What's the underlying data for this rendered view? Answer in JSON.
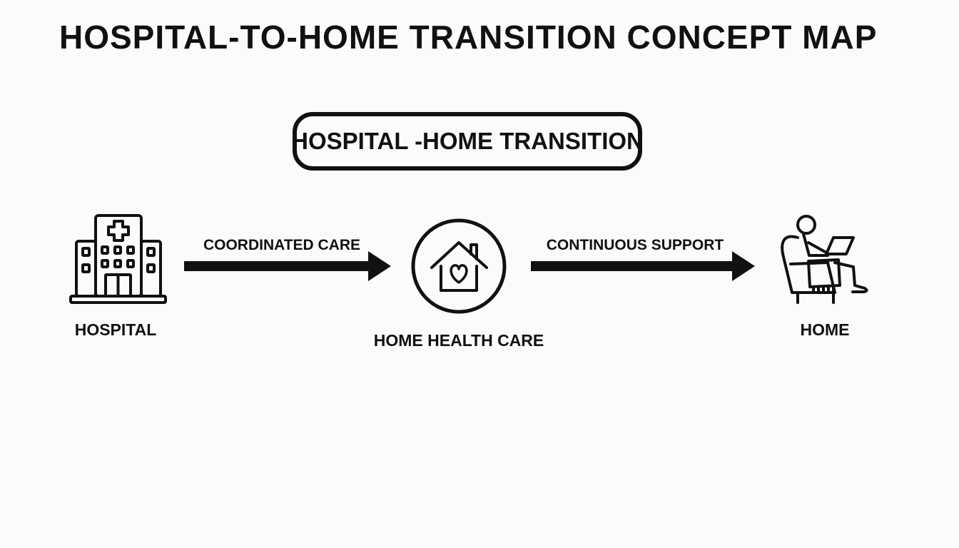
{
  "title": "HOSPITAL-TO-HOME TRANSITION CONCEPT MAP",
  "central_node": {
    "label": "HOSPITAL -HOME TRANSITION"
  },
  "nodes": [
    {
      "id": "hospital",
      "label": "HOSPITAL",
      "icon": "hospital-building-icon"
    },
    {
      "id": "home-health-care",
      "label": "HOME HEALTH CARE",
      "icon": "house-heart-icon"
    },
    {
      "id": "home",
      "label": "HOME",
      "icon": "person-in-armchair-with-laptop-icon"
    }
  ],
  "edges": [
    {
      "from": "hospital",
      "to": "home-health-care",
      "label": "COORDINATED CARE"
    },
    {
      "from": "home-health-care",
      "to": "home",
      "label": "CONTINUOUS SUPPORT"
    }
  ],
  "colors": {
    "background": "#fbfbfb",
    "ink": "#111111"
  }
}
